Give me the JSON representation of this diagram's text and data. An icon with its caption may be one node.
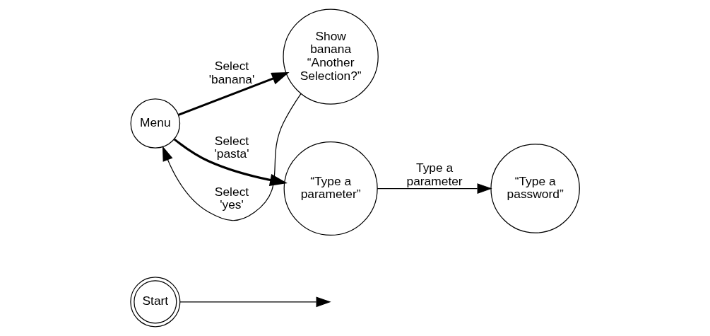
{
  "diagram": {
    "nodes": [
      {
        "text": [
          "Start"
        ]
      },
      {
        "text": [
          "Menu"
        ]
      },
      {
        "text": [
          "Show banana “Another Selection?”"
        ]
      },
      {
        "text": [
          "“Type a parameter”"
        ]
      },
      {
        "text": [
          "“Type a password”"
        ]
      }
    ],
    "edges": [
      {
        "from": 0,
        "to": null,
        "arrow": "to"
      },
      {
        "from": 1,
        "to": 2,
        "arrow": "to",
        "label": "Select 'banana'",
        "style": "thick"
      },
      {
        "from": 2,
        "to": 1,
        "arrow": "to",
        "label": "Select 'yes'"
      },
      {
        "from": 1,
        "to": 3,
        "arrow": "to",
        "label": "Select 'pasta'",
        "style": "thick"
      },
      {
        "from": 3,
        "to": 4,
        "arrow": "to",
        "label": "Type a parameter"
      }
    ]
  }
}
